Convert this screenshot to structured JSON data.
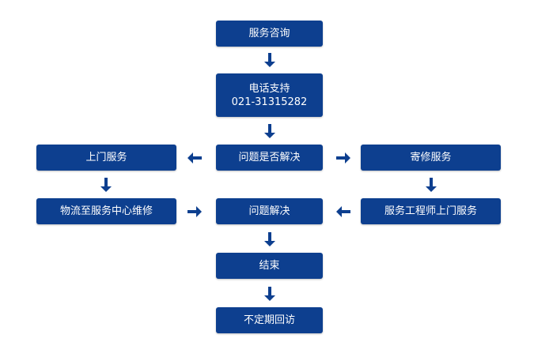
{
  "boxes": {
    "consult": "服务咨询",
    "phone_title": "电话支持",
    "phone_number": "021-31315282",
    "resolved_question": "问题是否解决",
    "onsite": "上门服务",
    "mail_repair": "寄修服务",
    "logistics": "物流至服务中心维修",
    "solve": "问题解决",
    "engineer_onsite": "服务工程师上门服务",
    "end": "结束",
    "followup": "不定期回访"
  },
  "colors": {
    "box_fill": "#0d3f8f",
    "arrow": "#0d3f8f",
    "text": "#ffffff",
    "background": "#ffffff"
  }
}
